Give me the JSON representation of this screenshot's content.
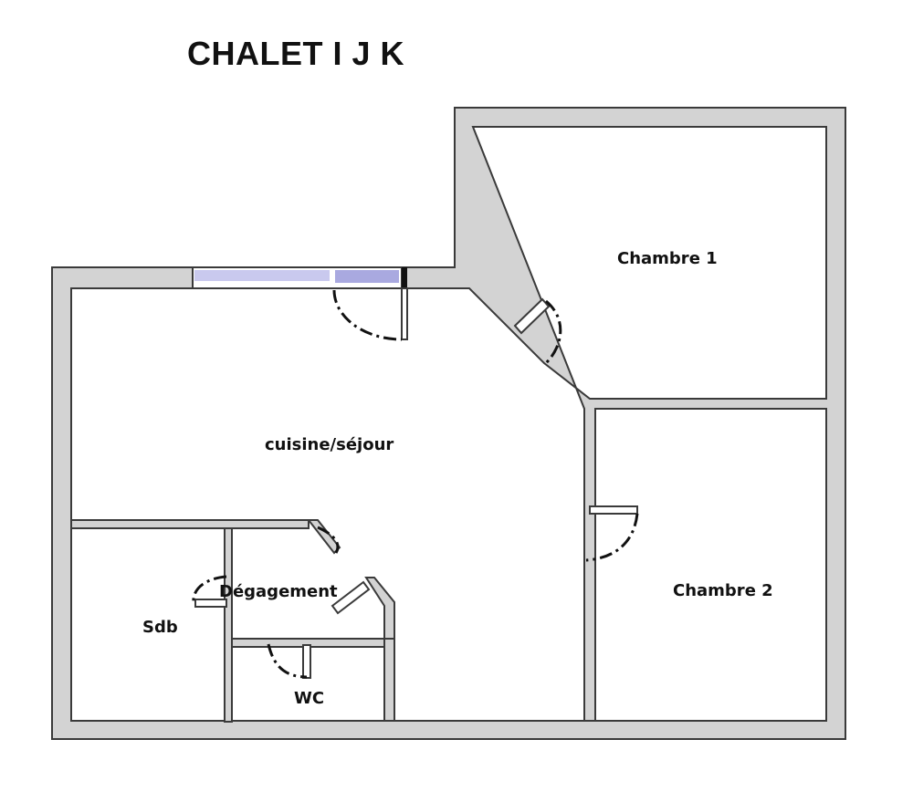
{
  "title": "CHALET I J K",
  "rooms": {
    "chambre1": "Chambre 1",
    "chambre2": "Chambre 2",
    "sejour": "cuisine/séjour",
    "degagement": "Dégagement",
    "sdb": "Sdb",
    "wc": "WC"
  },
  "colors": {
    "wall_fill": "#d3d3d3",
    "wall_outline": "#3a3a3a",
    "window_glass": "#c9c9ee",
    "background": "#ffffff"
  }
}
